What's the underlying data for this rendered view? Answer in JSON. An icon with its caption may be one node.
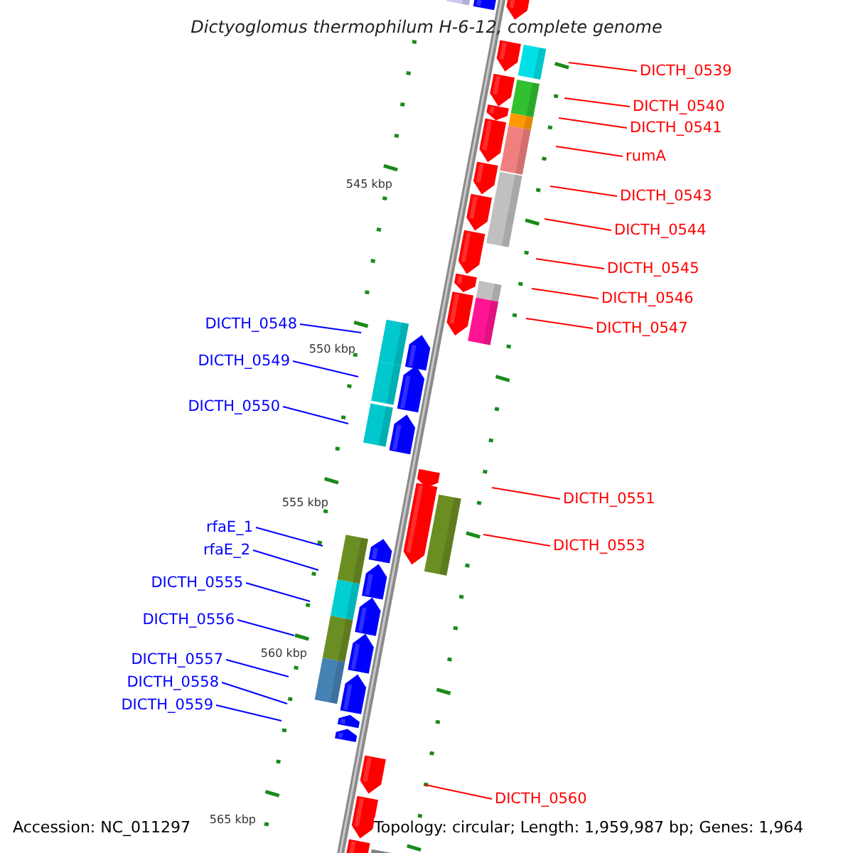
{
  "diagram": {
    "title": "Dictyoglomus thermophilum H-6-12, complete genome",
    "nodes": [
      {
        "text": [
          "DICTH_0539"
        ]
      },
      {
        "text": [
          "DICTH_0540"
        ]
      },
      {
        "text": [
          "DICTH_0541"
        ]
      },
      {
        "text": [
          "rumA"
        ]
      },
      {
        "text": [
          "DICTH_0543"
        ]
      },
      {
        "text": [
          "DICTH_0544"
        ]
      },
      {
        "text": [
          "DICTH_0545"
        ]
      },
      {
        "text": [
          "DICTH_0546"
        ]
      },
      {
        "text": [
          "DICTH_0547"
        ]
      },
      {
        "text": [
          "DICTH_0548"
        ]
      },
      {
        "text": [
          "DICTH_0549"
        ]
      },
      {
        "text": [
          "DICTH_0550"
        ]
      },
      {
        "text": [
          "DICTH_0551"
        ]
      },
      {
        "text": [
          "DICTH_0553"
        ]
      },
      {
        "text": [
          "rfaE_1"
        ]
      },
      {
        "text": [
          "rfaE_2"
        ]
      },
      {
        "text": [
          "DICTH_0555"
        ]
      },
      {
        "text": [
          "DICTH_0556"
        ]
      },
      {
        "text": [
          "DICTH_0557"
        ]
      },
      {
        "text": [
          "DICTH_0558"
        ]
      },
      {
        "text": [
          "DICTH_0559"
        ]
      },
      {
        "text": [
          "DICTH_0560"
        ]
      }
    ],
    "edges": [
      {
        "from": 0,
        "to": null,
        "arrow": "none"
      },
      {
        "from": 1,
        "to": null,
        "arrow": "none"
      },
      {
        "from": 2,
        "to": null,
        "arrow": "none"
      },
      {
        "from": 3,
        "to": null,
        "arrow": "none"
      },
      {
        "from": 4,
        "to": null,
        "arrow": "none"
      },
      {
        "from": 5,
        "to": null,
        "arrow": "none"
      },
      {
        "from": 6,
        "to": null,
        "arrow": "none"
      },
      {
        "from": 7,
        "to": null,
        "arrow": "none"
      },
      {
        "from": 8,
        "to": null,
        "arrow": "none"
      },
      {
        "from": 9,
        "to": null,
        "arrow": "none",
        "color": "#0000ff"
      },
      {
        "from": 10,
        "to": null,
        "arrow": "none",
        "color": "#0000ff"
      },
      {
        "from": 11,
        "to": null,
        "arrow": "none",
        "color": "#0000ff"
      },
      {
        "from": 12,
        "to": null,
        "arrow": "none"
      },
      {
        "from": 13,
        "to": null,
        "arrow": "none"
      },
      {
        "from": 14,
        "to": null,
        "arrow": "none",
        "color": "#0000ff"
      },
      {
        "from": 15,
        "to": null,
        "arrow": "none",
        "color": "#0000ff"
      },
      {
        "from": 16,
        "to": null,
        "arrow": "none",
        "color": "#0000ff"
      },
      {
        "from": 17,
        "to": null,
        "arrow": "none",
        "color": "#0000ff"
      },
      {
        "from": 18,
        "to": null,
        "arrow": "none",
        "color": "#0000ff"
      },
      {
        "from": 19,
        "to": null,
        "arrow": "none",
        "color": "#0000ff"
      },
      {
        "from": 20,
        "to": null,
        "arrow": "none",
        "color": "#0000ff"
      },
      {
        "from": 21,
        "to": null,
        "arrow": "none"
      }
    ],
    "labels": [
      "545 kbp",
      "550 kbp",
      "555 kbp",
      "560 kbp",
      "565 kbp",
      "Accession: NC_011297",
      "Topology: circular; Length: 1,959,987 bp; Genes: 1,964"
    ]
  }
}
